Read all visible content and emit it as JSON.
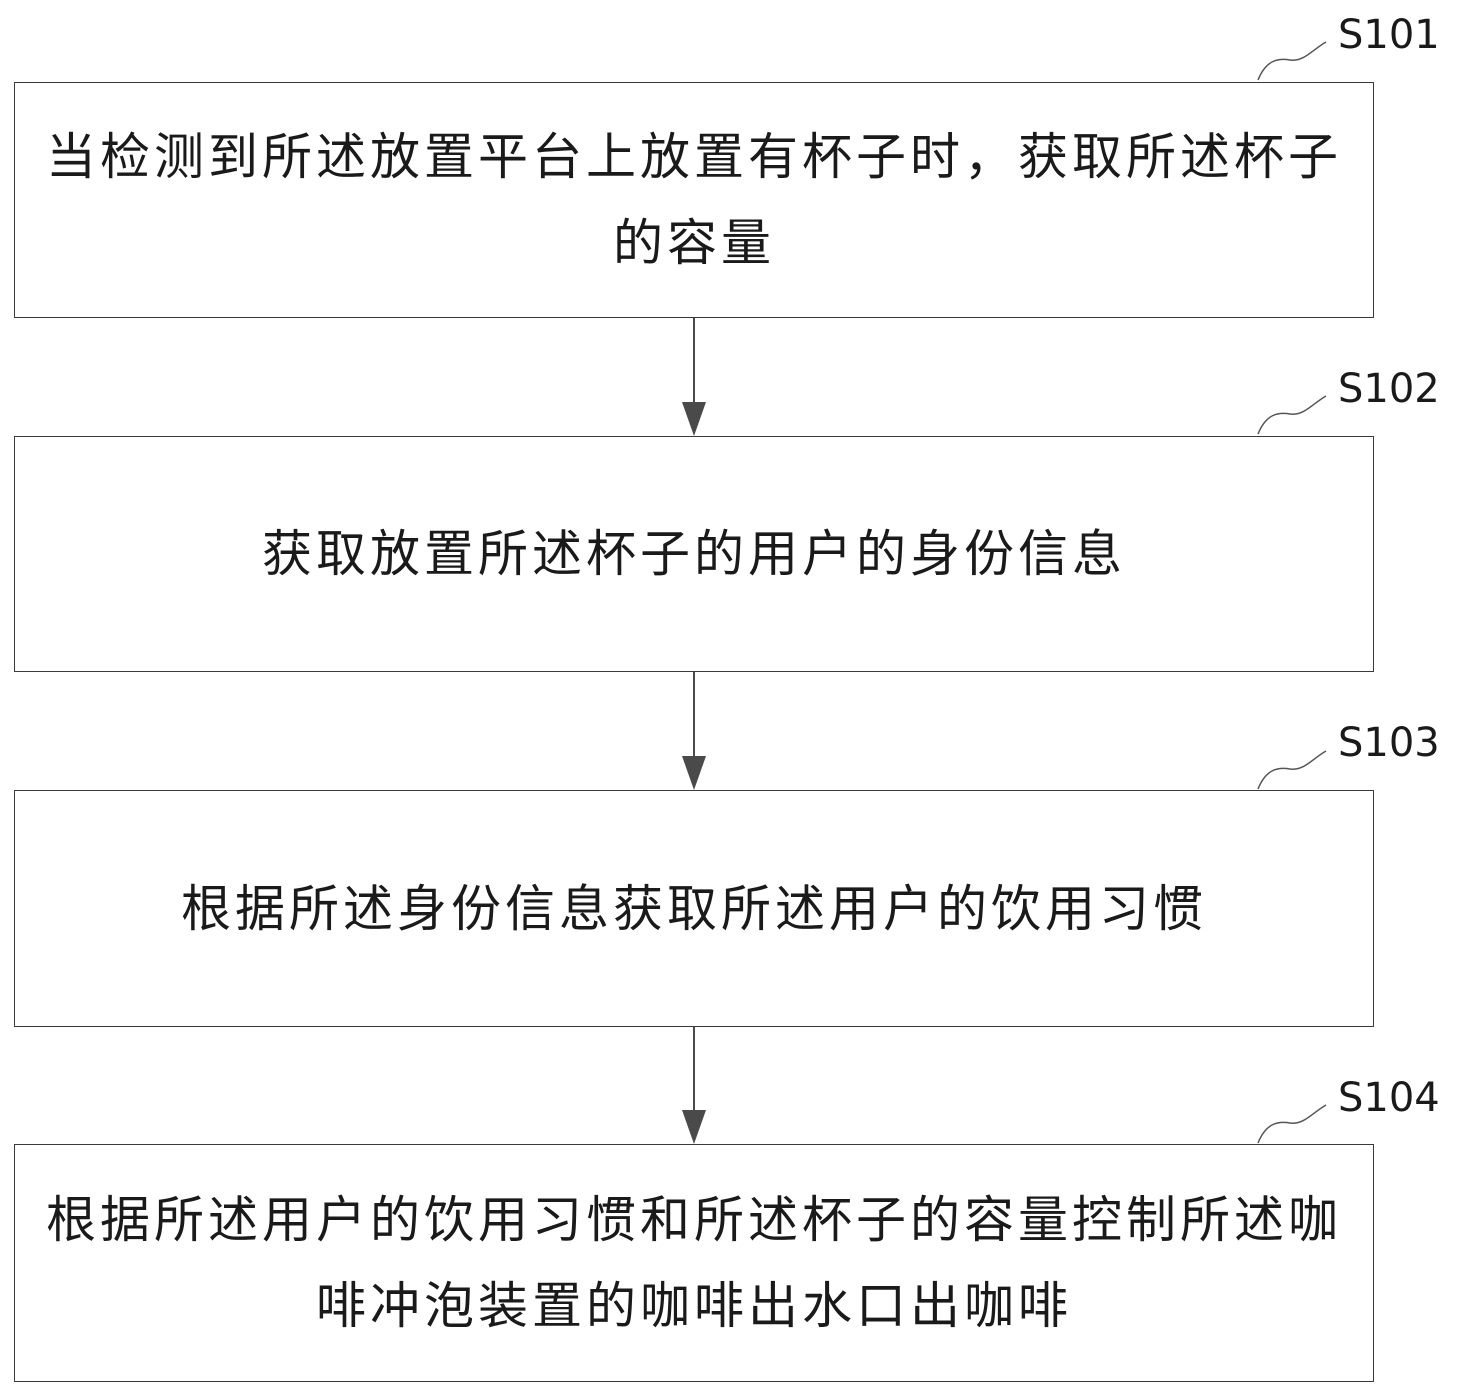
{
  "steps": [
    {
      "id": "S101",
      "text": "当检测到所述放置平台上放置有杯子时，获取所述杯子的容量"
    },
    {
      "id": "S102",
      "text": "获取放置所述杯子的用户的身份信息"
    },
    {
      "id": "S103",
      "text": "根据所述身份信息获取所述用户的饮用习惯"
    },
    {
      "id": "S104",
      "text": "根据所述用户的饮用习惯和所述杯子的容量控制所述咖啡冲泡装置的咖啡出水口出咖啡"
    }
  ],
  "colors": {
    "stroke": "#3a3a3a",
    "arrow": "#4a4a4a",
    "text": "#1a1a1a"
  }
}
